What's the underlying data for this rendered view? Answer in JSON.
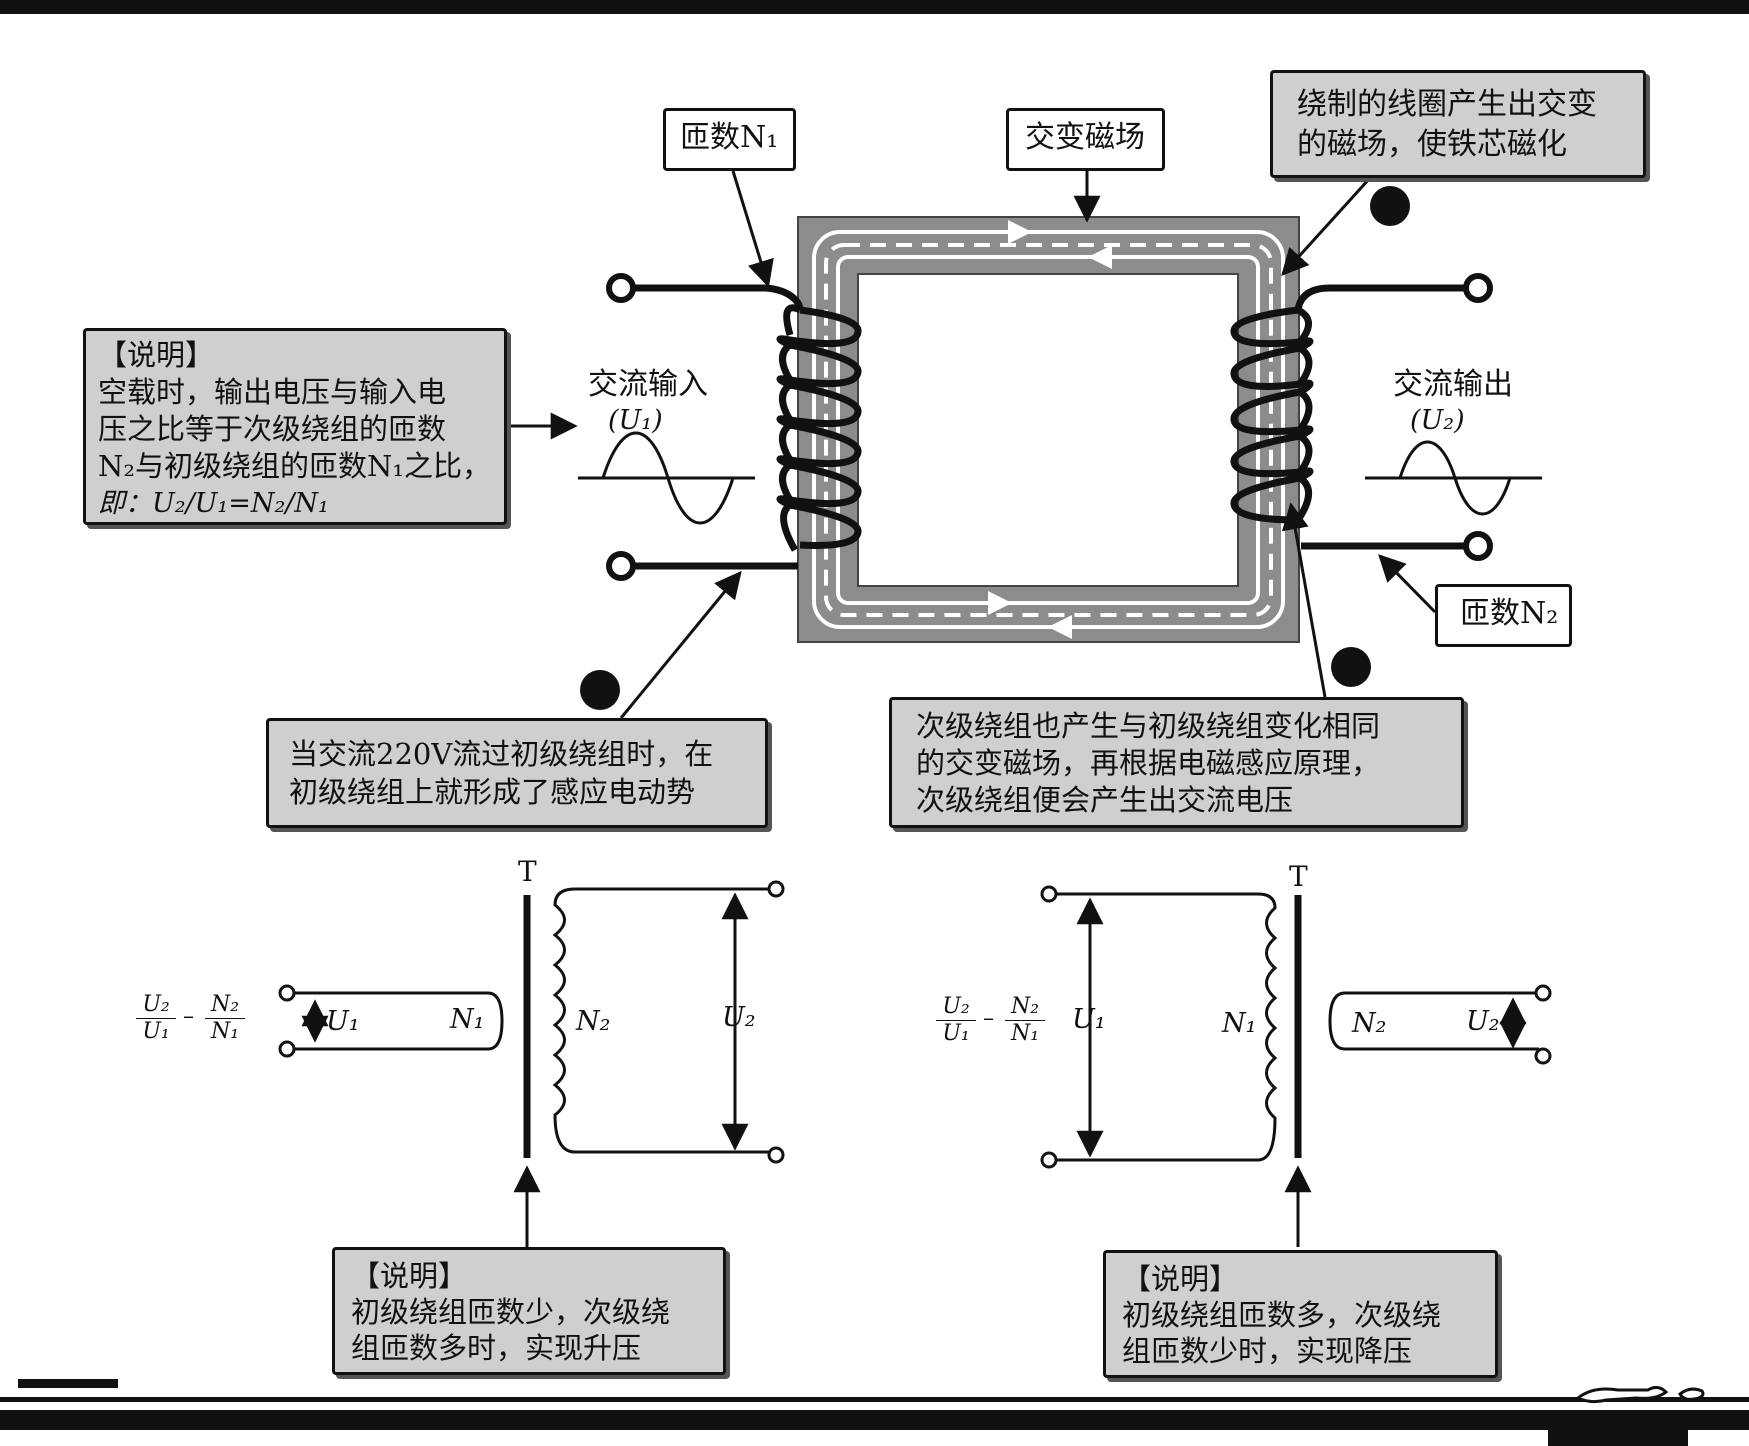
{
  "top_labels": {
    "n1_box": "匝数N₁",
    "field_box": "交变磁场",
    "magnetize_box": [
      "绕制的线圈产生出交变",
      "的磁场，使铁芯磁化"
    ],
    "n2_box": "匝数N₂"
  },
  "note_left": {
    "title": "【说明】",
    "lines": [
      "空载时，输出电压与输入电",
      "压之比等于次级绕组的匝数",
      "N₂与初级绕组的匝数N₁之比，",
      "即：U₂/U₁=N₂/N₁"
    ]
  },
  "ac_input": {
    "label": "交流输入",
    "symbol": "(U₁)"
  },
  "ac_output": {
    "label": "交流输出",
    "symbol": "(U₂)"
  },
  "primary_note": [
    "当交流220V流过初级绕组时，在",
    "初级绕组上就形成了感应电动势"
  ],
  "secondary_note": [
    "次级绕组也产生与初级绕组变化相同",
    "的交变磁场，再根据电磁感应原理，",
    "次级绕组便会产生出交流电压"
  ],
  "step_up": {
    "core_label": "T",
    "u1": "U₁",
    "n1": "N₁",
    "n2": "N₂",
    "u2": "U₂",
    "formula": {
      "lhs_num": "U₂",
      "lhs_den": "U₁",
      "rhs_num": "N₂",
      "rhs_den": "N₁",
      "op": "–"
    },
    "note_title": "【说明】",
    "note_lines": [
      "初级绕组匝数少，次级绕",
      "组匝数多时，实现升压"
    ]
  },
  "step_down": {
    "core_label": "T",
    "u1": "U₁",
    "n1": "N₁",
    "n2": "N₂",
    "u2": "U₂",
    "formula": {
      "lhs_num": "U₂",
      "lhs_den": "U₁",
      "rhs_num": "N₂",
      "rhs_den": "N₁",
      "op": "–"
    },
    "note_title": "【说明】",
    "note_lines": [
      "初级绕组匝数多，次级绕",
      "组匝数少时，实现降压"
    ]
  },
  "colors": {
    "core": "#8c8c8c",
    "box_fill": "#cfcfcf",
    "ink": "#111111"
  }
}
